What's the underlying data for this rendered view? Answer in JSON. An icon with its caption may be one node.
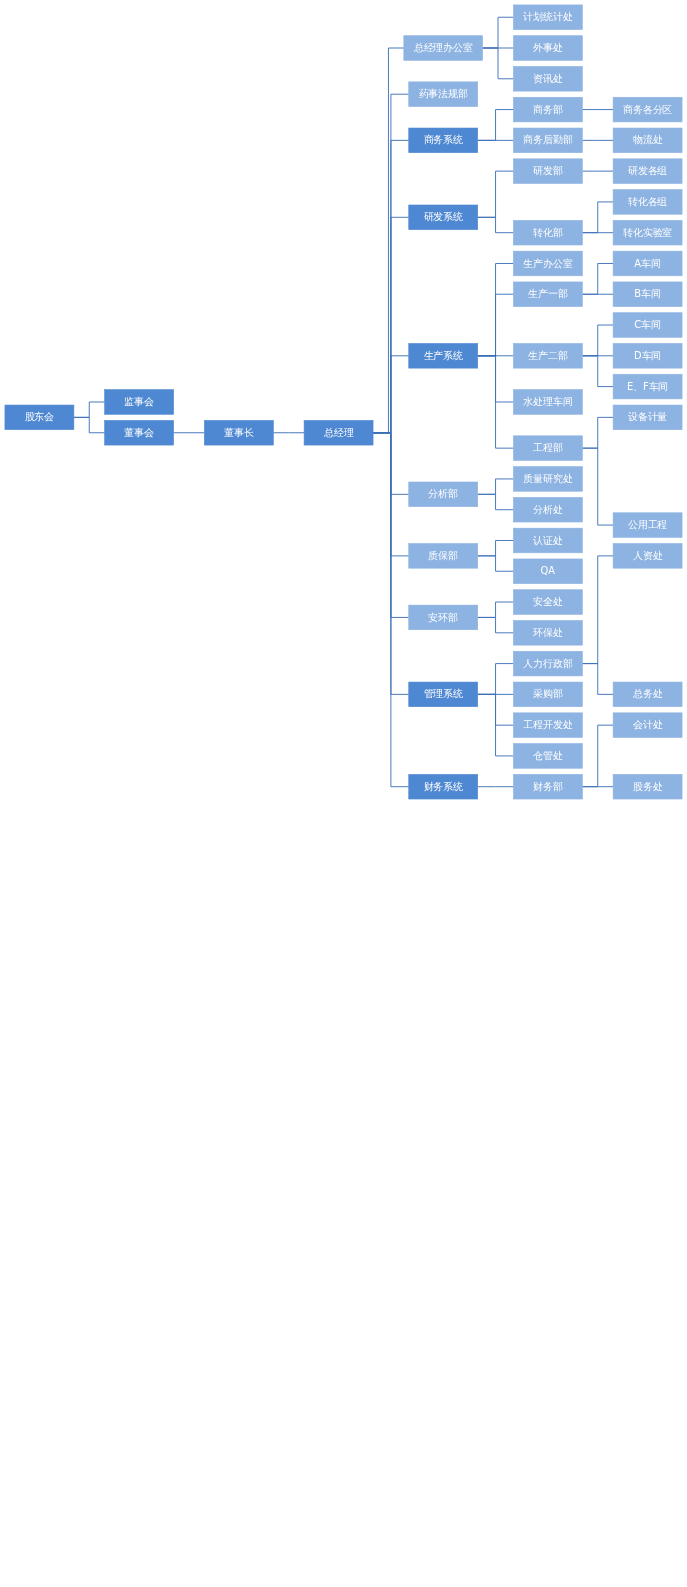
{
  "diagram": {
    "nodes": [
      {
        "text": [
          "股东会"
        ]
      },
      {
        "text": [
          "监事会"
        ]
      },
      {
        "text": [
          "董事会"
        ]
      },
      {
        "text": [
          "董事长"
        ]
      },
      {
        "text": [
          "总经理"
        ]
      },
      {
        "text": [
          "总经理办公室"
        ]
      },
      {
        "text": [
          "计划统计处"
        ]
      },
      {
        "text": [
          "外事处"
        ]
      },
      {
        "text": [
          "资讯处"
        ]
      },
      {
        "text": [
          "药事法规部"
        ]
      },
      {
        "text": [
          "商务系统"
        ]
      },
      {
        "text": [
          "商务部"
        ]
      },
      {
        "text": [
          "商务各分区"
        ]
      },
      {
        "text": [
          "商务后勤部"
        ]
      },
      {
        "text": [
          "物流处"
        ]
      },
      {
        "text": [
          "研发系统"
        ]
      },
      {
        "text": [
          "研发部"
        ]
      },
      {
        "text": [
          "研发各组"
        ]
      },
      {
        "text": [
          "转化部"
        ]
      },
      {
        "text": [
          "转化各组"
        ]
      },
      {
        "text": [
          "转化实验室"
        ]
      },
      {
        "text": [
          "生产系统"
        ]
      },
      {
        "text": [
          "生产办公室"
        ]
      },
      {
        "text": [
          "生产一部"
        ]
      },
      {
        "text": [
          "A车间"
        ]
      },
      {
        "text": [
          "B车间"
        ]
      },
      {
        "text": [
          "生产二部"
        ]
      },
      {
        "text": [
          "C车间"
        ]
      },
      {
        "text": [
          "D车间"
        ]
      },
      {
        "text": [
          "E、F车间"
        ]
      },
      {
        "text": [
          "水处理车间"
        ]
      },
      {
        "text": [
          "工程部"
        ]
      },
      {
        "text": [
          "设备计量"
        ]
      },
      {
        "text": [
          "公用工程"
        ]
      },
      {
        "text": [
          "分析部"
        ]
      },
      {
        "text": [
          "质量研究处"
        ]
      },
      {
        "text": [
          "分析处"
        ]
      },
      {
        "text": [
          "质保部"
        ]
      },
      {
        "text": [
          "认证处"
        ]
      },
      {
        "text": [
          "QA"
        ]
      },
      {
        "text": [
          "安环部"
        ]
      },
      {
        "text": [
          "安全处"
        ]
      },
      {
        "text": [
          "环保处"
        ]
      },
      {
        "text": [
          "管理系统"
        ]
      },
      {
        "text": [
          "人力行政部"
        ]
      },
      {
        "text": [
          "人资处"
        ]
      },
      {
        "text": [
          "总务处"
        ]
      },
      {
        "text": [
          "采购部"
        ]
      },
      {
        "text": [
          "工程开发处"
        ]
      },
      {
        "text": [
          "仓管处"
        ]
      },
      {
        "text": [
          "财务系统"
        ]
      },
      {
        "text": [
          "财务部"
        ]
      },
      {
        "text": [
          "会计处"
        ]
      },
      {
        "text": [
          "股务处"
        ]
      }
    ],
    "edges": [
      {
        "from": 0,
        "to": 2,
        "arrow": "none"
      },
      {
        "from": 0,
        "to": 1,
        "arrow": "none"
      },
      {
        "from": 2,
        "to": 3,
        "arrow": "none"
      },
      {
        "from": 3,
        "to": 4,
        "arrow": "none"
      },
      {
        "from": 4,
        "to": 5,
        "arrow": "none"
      },
      {
        "from": 4,
        "to": 9,
        "arrow": "none"
      },
      {
        "from": 4,
        "to": 10,
        "arrow": "none"
      },
      {
        "from": 4,
        "to": 15,
        "arrow": "none"
      },
      {
        "from": 4,
        "to": 21,
        "arrow": "none"
      },
      {
        "from": 4,
        "to": 34,
        "arrow": "none"
      },
      {
        "from": 4,
        "to": 37,
        "arrow": "none"
      },
      {
        "from": 4,
        "to": 40,
        "arrow": "none"
      },
      {
        "from": 4,
        "to": 43,
        "arrow": "none"
      },
      {
        "from": 4,
        "to": 50,
        "arrow": "none"
      },
      {
        "from": 5,
        "to": 6,
        "arrow": "none"
      },
      {
        "from": 5,
        "to": 7,
        "arrow": "none"
      },
      {
        "from": 5,
        "to": 8,
        "arrow": "none"
      },
      {
        "from": 10,
        "to": 11,
        "arrow": "none"
      },
      {
        "from": 10,
        "to": 13,
        "arrow": "none"
      },
      {
        "from": 11,
        "to": 12,
        "arrow": "none"
      },
      {
        "from": 13,
        "to": 14,
        "arrow": "none"
      },
      {
        "from": 15,
        "to": 16,
        "arrow": "none"
      },
      {
        "from": 15,
        "to": 18,
        "arrow": "none"
      },
      {
        "from": 16,
        "to": 17,
        "arrow": "none"
      },
      {
        "from": 18,
        "to": 19,
        "arrow": "none"
      },
      {
        "from": 18,
        "to": 20,
        "arrow": "none"
      },
      {
        "from": 21,
        "to": 22,
        "arrow": "none"
      },
      {
        "from": 21,
        "to": 23,
        "arrow": "none"
      },
      {
        "from": 21,
        "to": 26,
        "arrow": "none"
      },
      {
        "from": 21,
        "to": 30,
        "arrow": "none"
      },
      {
        "from": 21,
        "to": 31,
        "arrow": "none"
      },
      {
        "from": 23,
        "to": 24,
        "arrow": "none"
      },
      {
        "from": 23,
        "to": 25,
        "arrow": "none"
      },
      {
        "from": 26,
        "to": 27,
        "arrow": "none"
      },
      {
        "from": 26,
        "to": 28,
        "arrow": "none"
      },
      {
        "from": 26,
        "to": 29,
        "arrow": "none"
      },
      {
        "from": 31,
        "to": 32,
        "arrow": "none"
      },
      {
        "from": 31,
        "to": 33,
        "arrow": "none"
      },
      {
        "from": 34,
        "to": 35,
        "arrow": "none"
      },
      {
        "from": 34,
        "to": 36,
        "arrow": "none"
      },
      {
        "from": 37,
        "to": 38,
        "arrow": "none"
      },
      {
        "from": 37,
        "to": 39,
        "arrow": "none"
      },
      {
        "from": 40,
        "to": 41,
        "arrow": "none"
      },
      {
        "from": 40,
        "to": 42,
        "arrow": "none"
      },
      {
        "from": 43,
        "to": 44,
        "arrow": "none"
      },
      {
        "from": 43,
        "to": 47,
        "arrow": "none"
      },
      {
        "from": 43,
        "to": 48,
        "arrow": "none"
      },
      {
        "from": 43,
        "to": 49,
        "arrow": "none"
      },
      {
        "from": 44,
        "to": 45,
        "arrow": "none"
      },
      {
        "from": 44,
        "to": 46,
        "arrow": "none"
      },
      {
        "from": 50,
        "to": 51,
        "arrow": "none"
      },
      {
        "from": 51,
        "to": 52,
        "arrow": "none"
      },
      {
        "from": 51,
        "to": 53,
        "arrow": "none"
      }
    ]
  }
}
